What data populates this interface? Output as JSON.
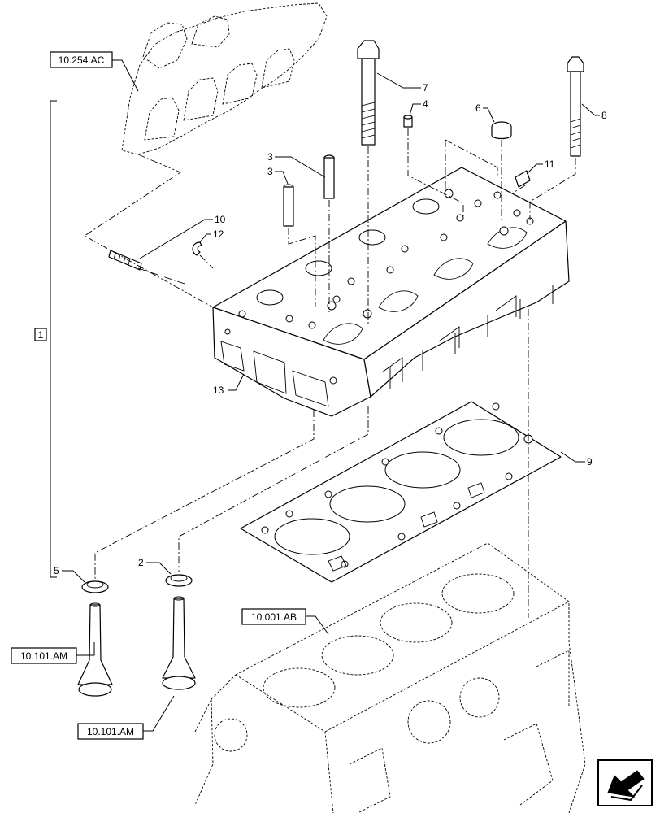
{
  "reference_labels": {
    "exhaust_manifold": "10.254.AC",
    "engine_block": "10.001.AB",
    "exhaust_valve": "10.101.AM",
    "intake_valve": "10.101.AM"
  },
  "assembly_label": "1",
  "callouts": {
    "c2": "2",
    "c3a": "3",
    "c3b": "3",
    "c4": "4",
    "c5": "5",
    "c6": "6",
    "c7": "7",
    "c8": "8",
    "c9": "9",
    "c10": "10",
    "c11": "11",
    "c12": "12",
    "c13": "13"
  },
  "colors": {
    "line": "#000000",
    "background": "#ffffff"
  },
  "icons": {
    "navigation": "direction-arrow-icon"
  }
}
